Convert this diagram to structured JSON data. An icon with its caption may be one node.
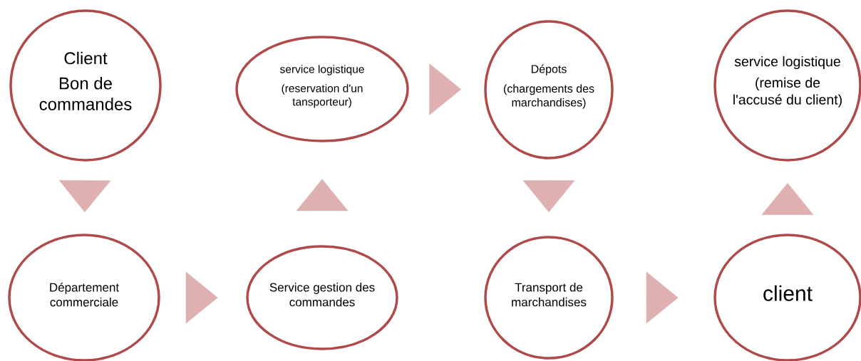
{
  "diagram": {
    "nodes": [
      {
        "text": [
          "Client",
          "Bon de commandes"
        ]
      },
      {
        "text": [
          "Département commerciale"
        ]
      },
      {
        "text": [
          "Service gestion des commandes"
        ]
      },
      {
        "text": [
          "service logistique",
          "(reservation d'un tansporteur)"
        ]
      },
      {
        "text": [
          "Dépots",
          "(chargements des marchandises)"
        ]
      },
      {
        "text": [
          "Transport de marchandises"
        ]
      },
      {
        "text": [
          "client"
        ]
      },
      {
        "text": [
          "service logistique",
          "(remise de l'accusé du client)"
        ]
      }
    ],
    "edges": [
      {
        "from": 0,
        "to": 1,
        "arrow": "to"
      },
      {
        "from": 1,
        "to": 2,
        "arrow": "to"
      },
      {
        "from": 2,
        "to": 3,
        "arrow": "to"
      },
      {
        "from": 3,
        "to": 4,
        "arrow": "to"
      },
      {
        "from": 4,
        "to": 5,
        "arrow": "to"
      },
      {
        "from": 5,
        "to": 6,
        "arrow": "to"
      },
      {
        "from": 6,
        "to": 7,
        "arrow": "to"
      }
    ]
  }
}
